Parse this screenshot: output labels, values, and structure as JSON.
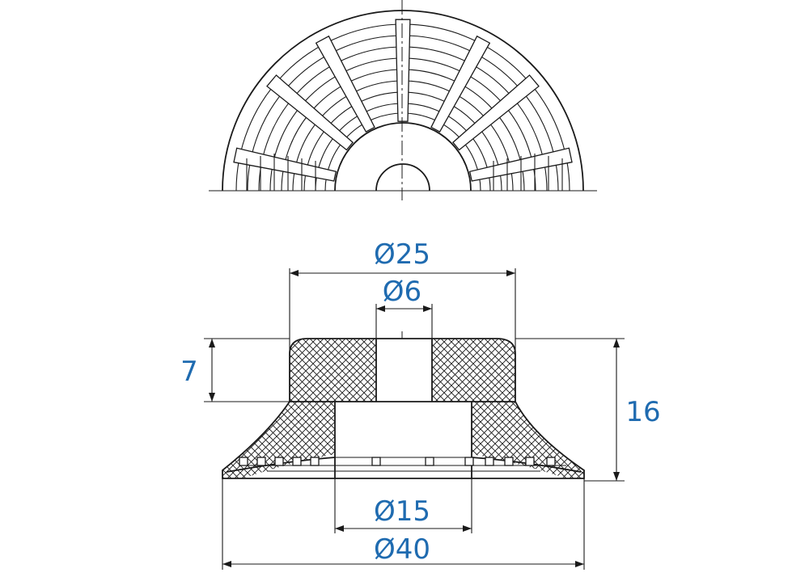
{
  "colors": {
    "line": "#1a1a1a",
    "dimension_text": "#1f6bb0",
    "background": "#ffffff"
  },
  "dimensions": {
    "d25": "Ø25",
    "d6": "Ø6",
    "d15": "Ø15",
    "d40": "Ø40",
    "h7": "7",
    "h16": "16"
  }
}
